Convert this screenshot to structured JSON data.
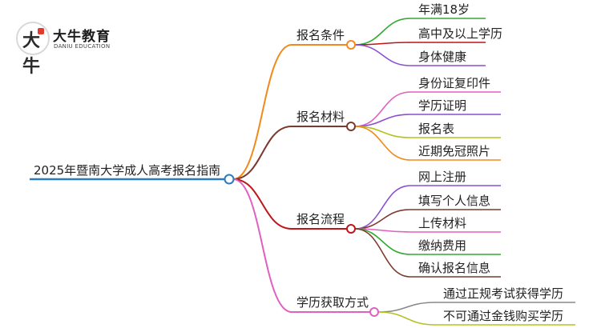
{
  "logo": {
    "mark_text": "大牛",
    "title": "大牛教育",
    "subtitle": "DANIU EDUCATION"
  },
  "root": {
    "label": "2025年暨南大学成人高考报名指南"
  },
  "branches": [
    {
      "label": "报名条件",
      "color": "#f08a1c",
      "children": [
        {
          "label": "年满18岁",
          "color": "#33aa33"
        },
        {
          "label": "高中及以上学历",
          "color": "#c0141a"
        },
        {
          "label": "身体健康",
          "color": "#8a4fd0"
        }
      ]
    },
    {
      "label": "报名材料",
      "color": "#7a3b2e",
      "children": [
        {
          "label": "身份证复印件",
          "color": "#e060c0"
        },
        {
          "label": "学历证明",
          "color": "#8a4fd0"
        },
        {
          "label": "报名表",
          "color": "#b8c020"
        },
        {
          "label": "近期免冠照片",
          "color": "#f08a1c"
        }
      ]
    },
    {
      "label": "报名流程",
      "color": "#c0141a",
      "children": [
        {
          "label": "网上注册",
          "color": "#8a4fd0"
        },
        {
          "label": "填写个人信息",
          "color": "#7a3b2e"
        },
        {
          "label": "上传材料",
          "color": "#e060c0"
        },
        {
          "label": "缴纳费用",
          "color": "#33aa33"
        },
        {
          "label": "确认报名信息",
          "color": "#7a3b2e"
        }
      ]
    },
    {
      "label": "学历获取方式",
      "color": "#e060c0",
      "children": [
        {
          "label": "通过正规考试获得学历",
          "color": "#888888"
        },
        {
          "label": "不可通过金钱购买学历",
          "color": "#b8c020"
        }
      ]
    }
  ],
  "root_color": "#2a7cc0"
}
